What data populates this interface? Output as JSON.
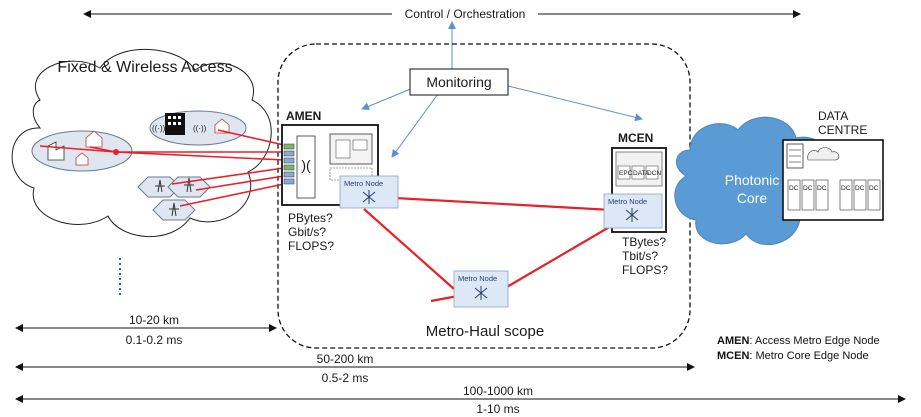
{
  "top_axis": {
    "label": "Control / Orchestration"
  },
  "monitoring": {
    "label": "Monitoring"
  },
  "access": {
    "title": "Fixed & Wireless Access"
  },
  "amen": {
    "label": "AMEN",
    "metrics": [
      "PBytes?",
      "Gbit/s?",
      "FLOPS?"
    ]
  },
  "mcen": {
    "label": "MCEN",
    "boxes": [
      "EPC",
      "DATA",
      "DCN"
    ],
    "metrics": [
      "TBytes?",
      "Tbit/s?",
      "FLOPS?"
    ]
  },
  "metro_nodes": [
    {
      "label": "Metro Node"
    },
    {
      "label": "Metro Node"
    },
    {
      "label": "Metro Node"
    }
  ],
  "scope_label": "Metro-Haul scope",
  "core": {
    "line1": "Photonic",
    "line2": "Core"
  },
  "datacentre": {
    "line1": "DATA",
    "line2": "CENTRE",
    "dc_box": "DC"
  },
  "distances": [
    {
      "km": "10-20 km",
      "ms": "0.1-0.2 ms"
    },
    {
      "km": "50-200 km",
      "ms": "0.5-2 ms"
    },
    {
      "km": "100-1000 km",
      "ms": "1-10 ms"
    }
  ],
  "legend": [
    {
      "abbr": "AMEN",
      "text": ": Access Metro Edge Node"
    },
    {
      "abbr": "MCEN",
      "text": ": Metro Core Edge Node"
    }
  ],
  "colors": {
    "link_red": "#e8202a",
    "arrow_blue": "#5b8fd6",
    "cloud_blue": "#5b9bd5",
    "node_fill": "#dce8f5"
  }
}
